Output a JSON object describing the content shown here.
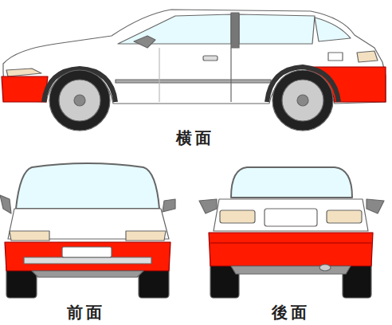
{
  "diagram": {
    "labels": [
      "横面",
      "前面",
      "後面"
    ]
  }
}
